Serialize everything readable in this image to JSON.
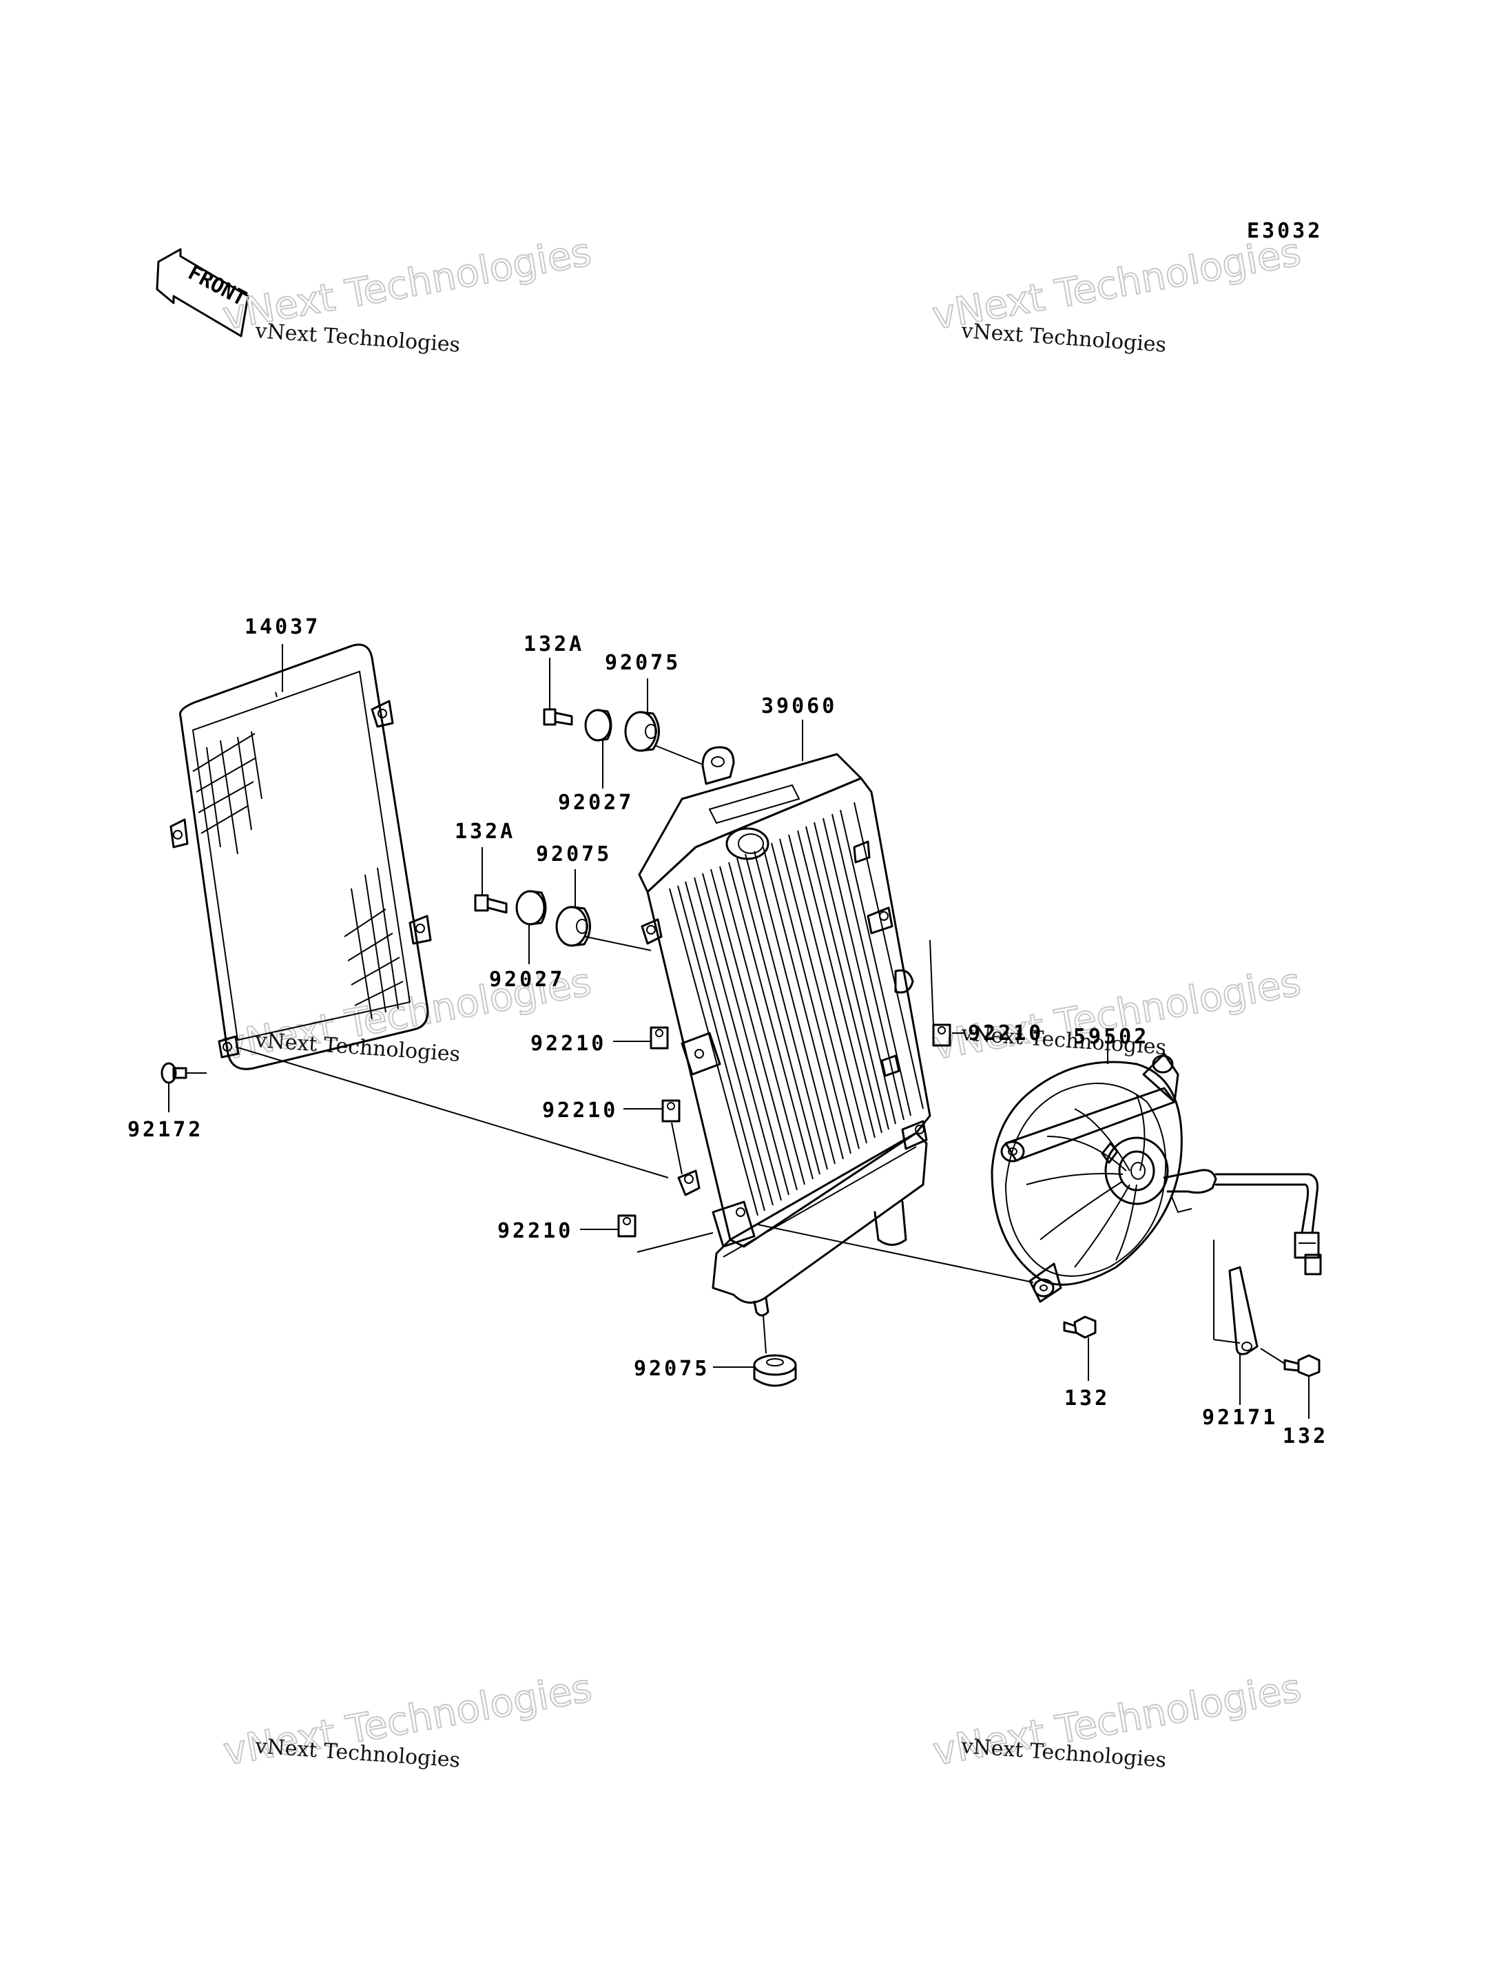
{
  "diagram_code": "E3032",
  "front_label": "FRONT",
  "watermark": {
    "small": "vNext Technologies",
    "large": "vNext Technologies"
  },
  "parts": {
    "p14037": "14037",
    "p132A_top": "132A",
    "p92075_top": "92075",
    "p39060": "39060",
    "p92027_top": "92027",
    "p132A_mid": "132A",
    "p92075_mid": "92075",
    "p92027_mid": "92027",
    "p92172": "92172",
    "p92210_a": "92210",
    "p92210_b": "92210",
    "p92210_c": "92210",
    "p92210_right": "92210",
    "p59502": "59502",
    "p92075_bottom": "92075",
    "p132_center": "132",
    "p92171": "92171",
    "p132_right": "132"
  }
}
